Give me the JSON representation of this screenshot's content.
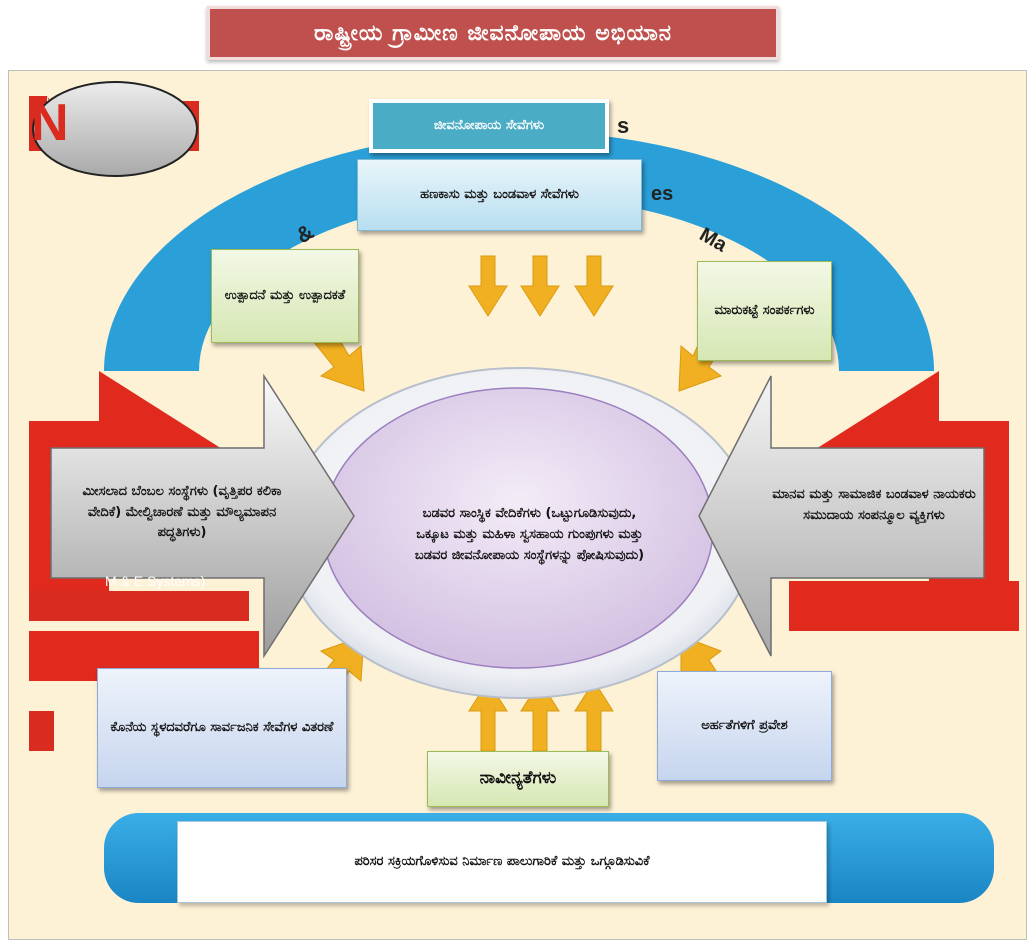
{
  "title": "ರಾಷ್ಟ್ರೀಯ ಗ್ರಾಮೀಣ ಜೀವನೋಪಾಯ ಅಭಿಯಾನ",
  "colors": {
    "title_bg": "#c0504d",
    "canvas_bg": "#fdf1d6",
    "arc_blue": "#2a9fd8",
    "arrow_orange": "#f0b021",
    "arrow_red": "#e0201b",
    "header_tab": "#4bacc6"
  },
  "background_fragments": {
    "logo_text": "N",
    "me_systems": "M & E Systems)",
    "arc_s": "s",
    "arc_es": "es",
    "arc_ma": "Ma",
    "arc_amp": "&"
  },
  "header_tab": "ಜೀವನೋಪಾಯ ಸೇವೆಗಳು",
  "boxes": {
    "finance": "ಹಣಕಾಸು ಮತ್ತು ಬಂಡವಾಳ ಸೇವೆಗಳು",
    "production": "ಉತ್ಪಾದನೆ ಮತ್ತು ಉತ್ಪಾದಕತೆ",
    "market": "ಮಾರುಕಟ್ಟೆ ಸಂಪರ್ಕಗಳು",
    "support": "ಮೀಸಲಾದ ಬೆಂಬಲ ಸಂಸ್ಥೆಗಳು (ವೃತ್ತಿಪರ ಕಲಿಕಾ ವೇದಿಕೆ) ಮೇಲ್ವಿಚಾರಣೆ ಮತ್ತು ಮೌಲ್ಯಮಾಪನ ಪದ್ಧತಿಗಳು)",
    "human": "ಮಾನವ ಮತ್ತು ಸಾಮಾಜಿಕ ಬಂಡವಾಳ ನಾಯಕರು ಸಮುದಾಯ ಸಂಪನ್ಮೂಲ ವ್ಯಕ್ತಿಗಳು",
    "center": "ಬಡವರ ಸಾಂಸ್ಥಿಕ ವೇದಿಕೆಗಳು (ಒಟ್ಟುಗೂಡಿಸುವುದು, ಒಕ್ಕೂಟ ಮತ್ತು ಮಹಿಳಾ ಸ್ವಸಹಾಯ ಗುಂಪುಗಳು ಮತ್ತು ಬಡವರ ಜೀವನೋಪಾಯ ಸಂಸ್ಥೆಗಳನ್ನು ಪೋಷಿಸುವುದು)",
    "last_mile": "ಕೊನೆಯ ಸ್ಥಳದವರೆಗೂ ಸಾರ್ವಜನಿಕ ಸೇವೆಗಳ ವಿತರಣೆ",
    "entitlements": "ಅರ್ಹತೆಗಳಿಗೆ ಪ್ರವೇಶ",
    "innovations": "ನಾವೀನ್ಯತೆಗಳು",
    "bottom": "ಪರಿಸರ ಸಕ್ರಿಯಗೊಳಿಸುವ ನಿರ್ಮಾಣ ಪಾಲುಗಾರಿಕೆ ಮತ್ತು ಒಗ್ಗೂಡಿಸುವಿಕೆ"
  }
}
